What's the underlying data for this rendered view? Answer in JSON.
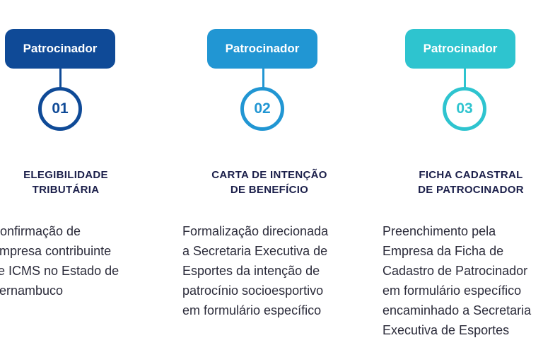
{
  "steps": [
    {
      "badge": "Patrocinador",
      "number": "01",
      "color": "#0f4a97",
      "heading": [
        "ELEGIBILIDADE",
        "TRIBUTÁRIA"
      ],
      "description": [
        "Confirmação de",
        "Empresa contribuinte",
        "de ICMS no Estado de",
        "Pernambuco"
      ]
    },
    {
      "badge": "Patrocinador",
      "number": "02",
      "color": "#2196d3",
      "heading": [
        "CARTA DE INTENÇÃO",
        "DE BENEFÍCIO"
      ],
      "description": [
        "Formalização direcionada",
        "a Secretaria Executiva de",
        "Esportes da intenção de",
        "patrocínio socioesportivo",
        "em formulário específico"
      ]
    },
    {
      "badge": "Patrocinador",
      "number": "03",
      "color": "#2ec4cf",
      "heading": [
        "FICHA CADASTRAL",
        "DE PATROCINADOR"
      ],
      "description": [
        "Preenchimento pela",
        "Empresa da Ficha de",
        "Cadastro de Patrocinador",
        "em formulário específico",
        "encaminhado a Secretaria",
        "Executiva de Esportes"
      ]
    }
  ]
}
